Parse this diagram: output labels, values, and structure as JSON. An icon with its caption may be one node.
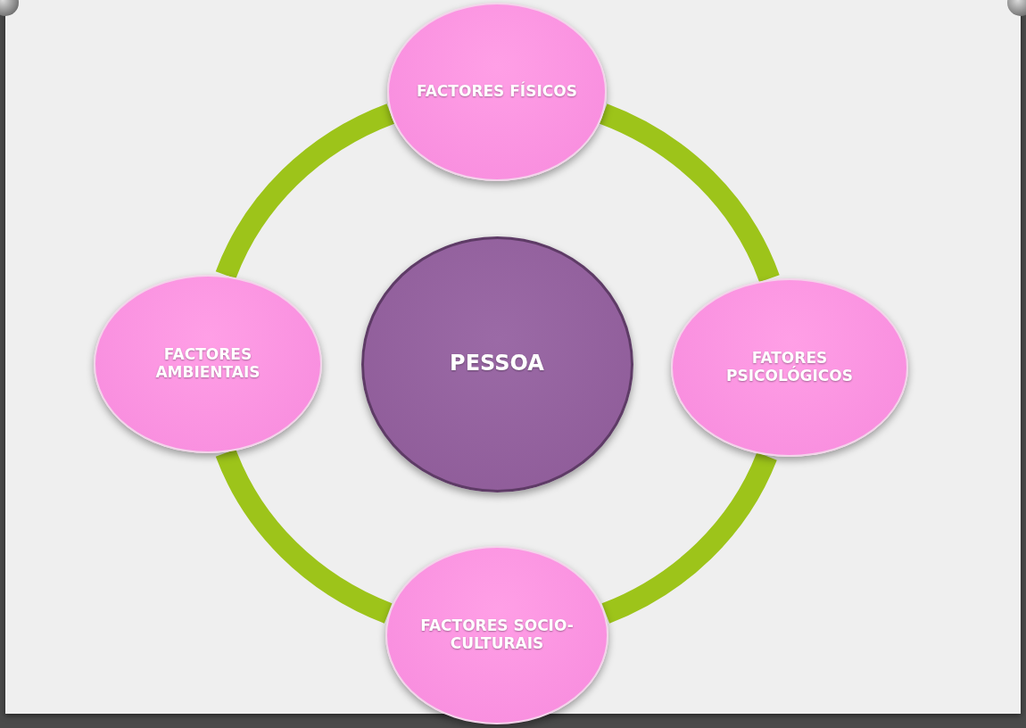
{
  "diagram": {
    "nodes": [
      {
        "text": [
          "FACTORES FÍSICOS"
        ]
      },
      {
        "text": [
          "FACTORES AMBIENTAIS"
        ]
      },
      {
        "text": [
          "PESSOA"
        ]
      },
      {
        "text": [
          "FATORES PSICOLÓGICOS"
        ]
      },
      {
        "text": [
          "FACTORES SOCIO-CULTURAIS"
        ]
      }
    ],
    "edges": [
      {
        "from": 0,
        "to": 3,
        "arrow": "none"
      },
      {
        "from": 3,
        "to": 4,
        "arrow": "none"
      },
      {
        "from": 4,
        "to": 1,
        "arrow": "none"
      },
      {
        "from": 1,
        "to": 0,
        "arrow": "none"
      }
    ]
  }
}
